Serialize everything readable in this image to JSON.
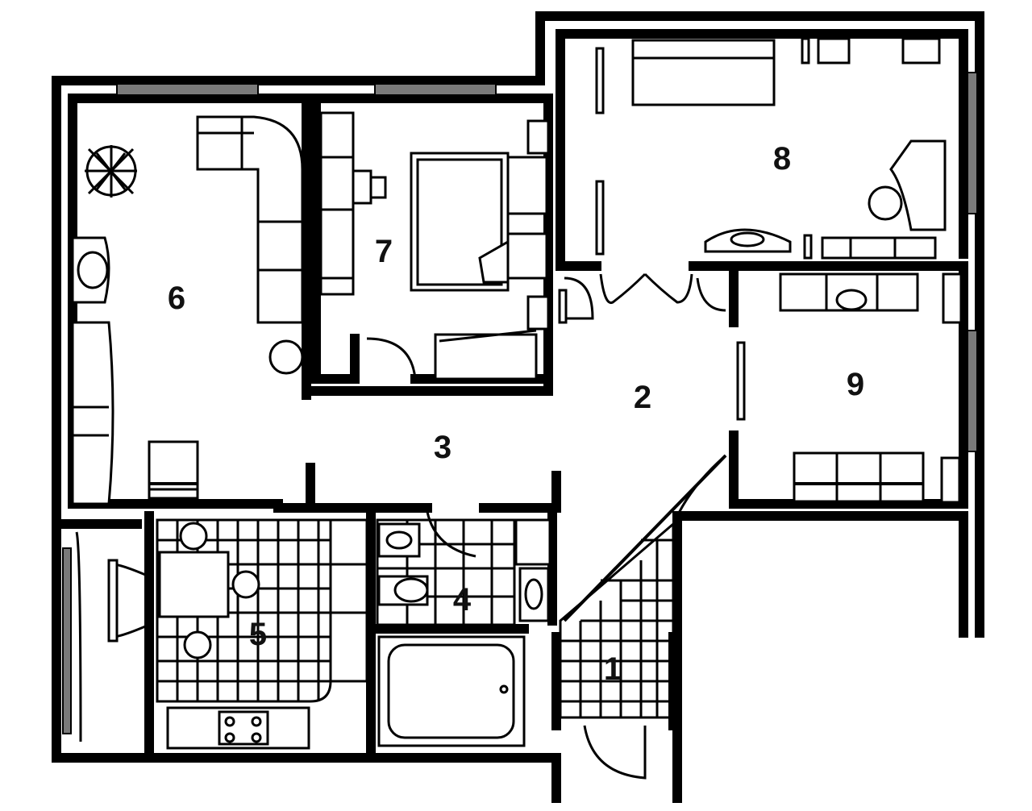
{
  "plan": {
    "rooms": [
      {
        "id": "entrance",
        "label": "1"
      },
      {
        "id": "hall",
        "label": "2"
      },
      {
        "id": "corridor",
        "label": "3"
      },
      {
        "id": "bathroom",
        "label": "4"
      },
      {
        "id": "kitchen",
        "label": "5"
      },
      {
        "id": "living-room",
        "label": "6"
      },
      {
        "id": "bedroom-small",
        "label": "7"
      },
      {
        "id": "bedroom-large",
        "label": "8"
      },
      {
        "id": "study",
        "label": "9"
      }
    ]
  },
  "colors": {
    "wall": "#000000",
    "background": "#ffffff",
    "window": "#7a7a7a"
  }
}
